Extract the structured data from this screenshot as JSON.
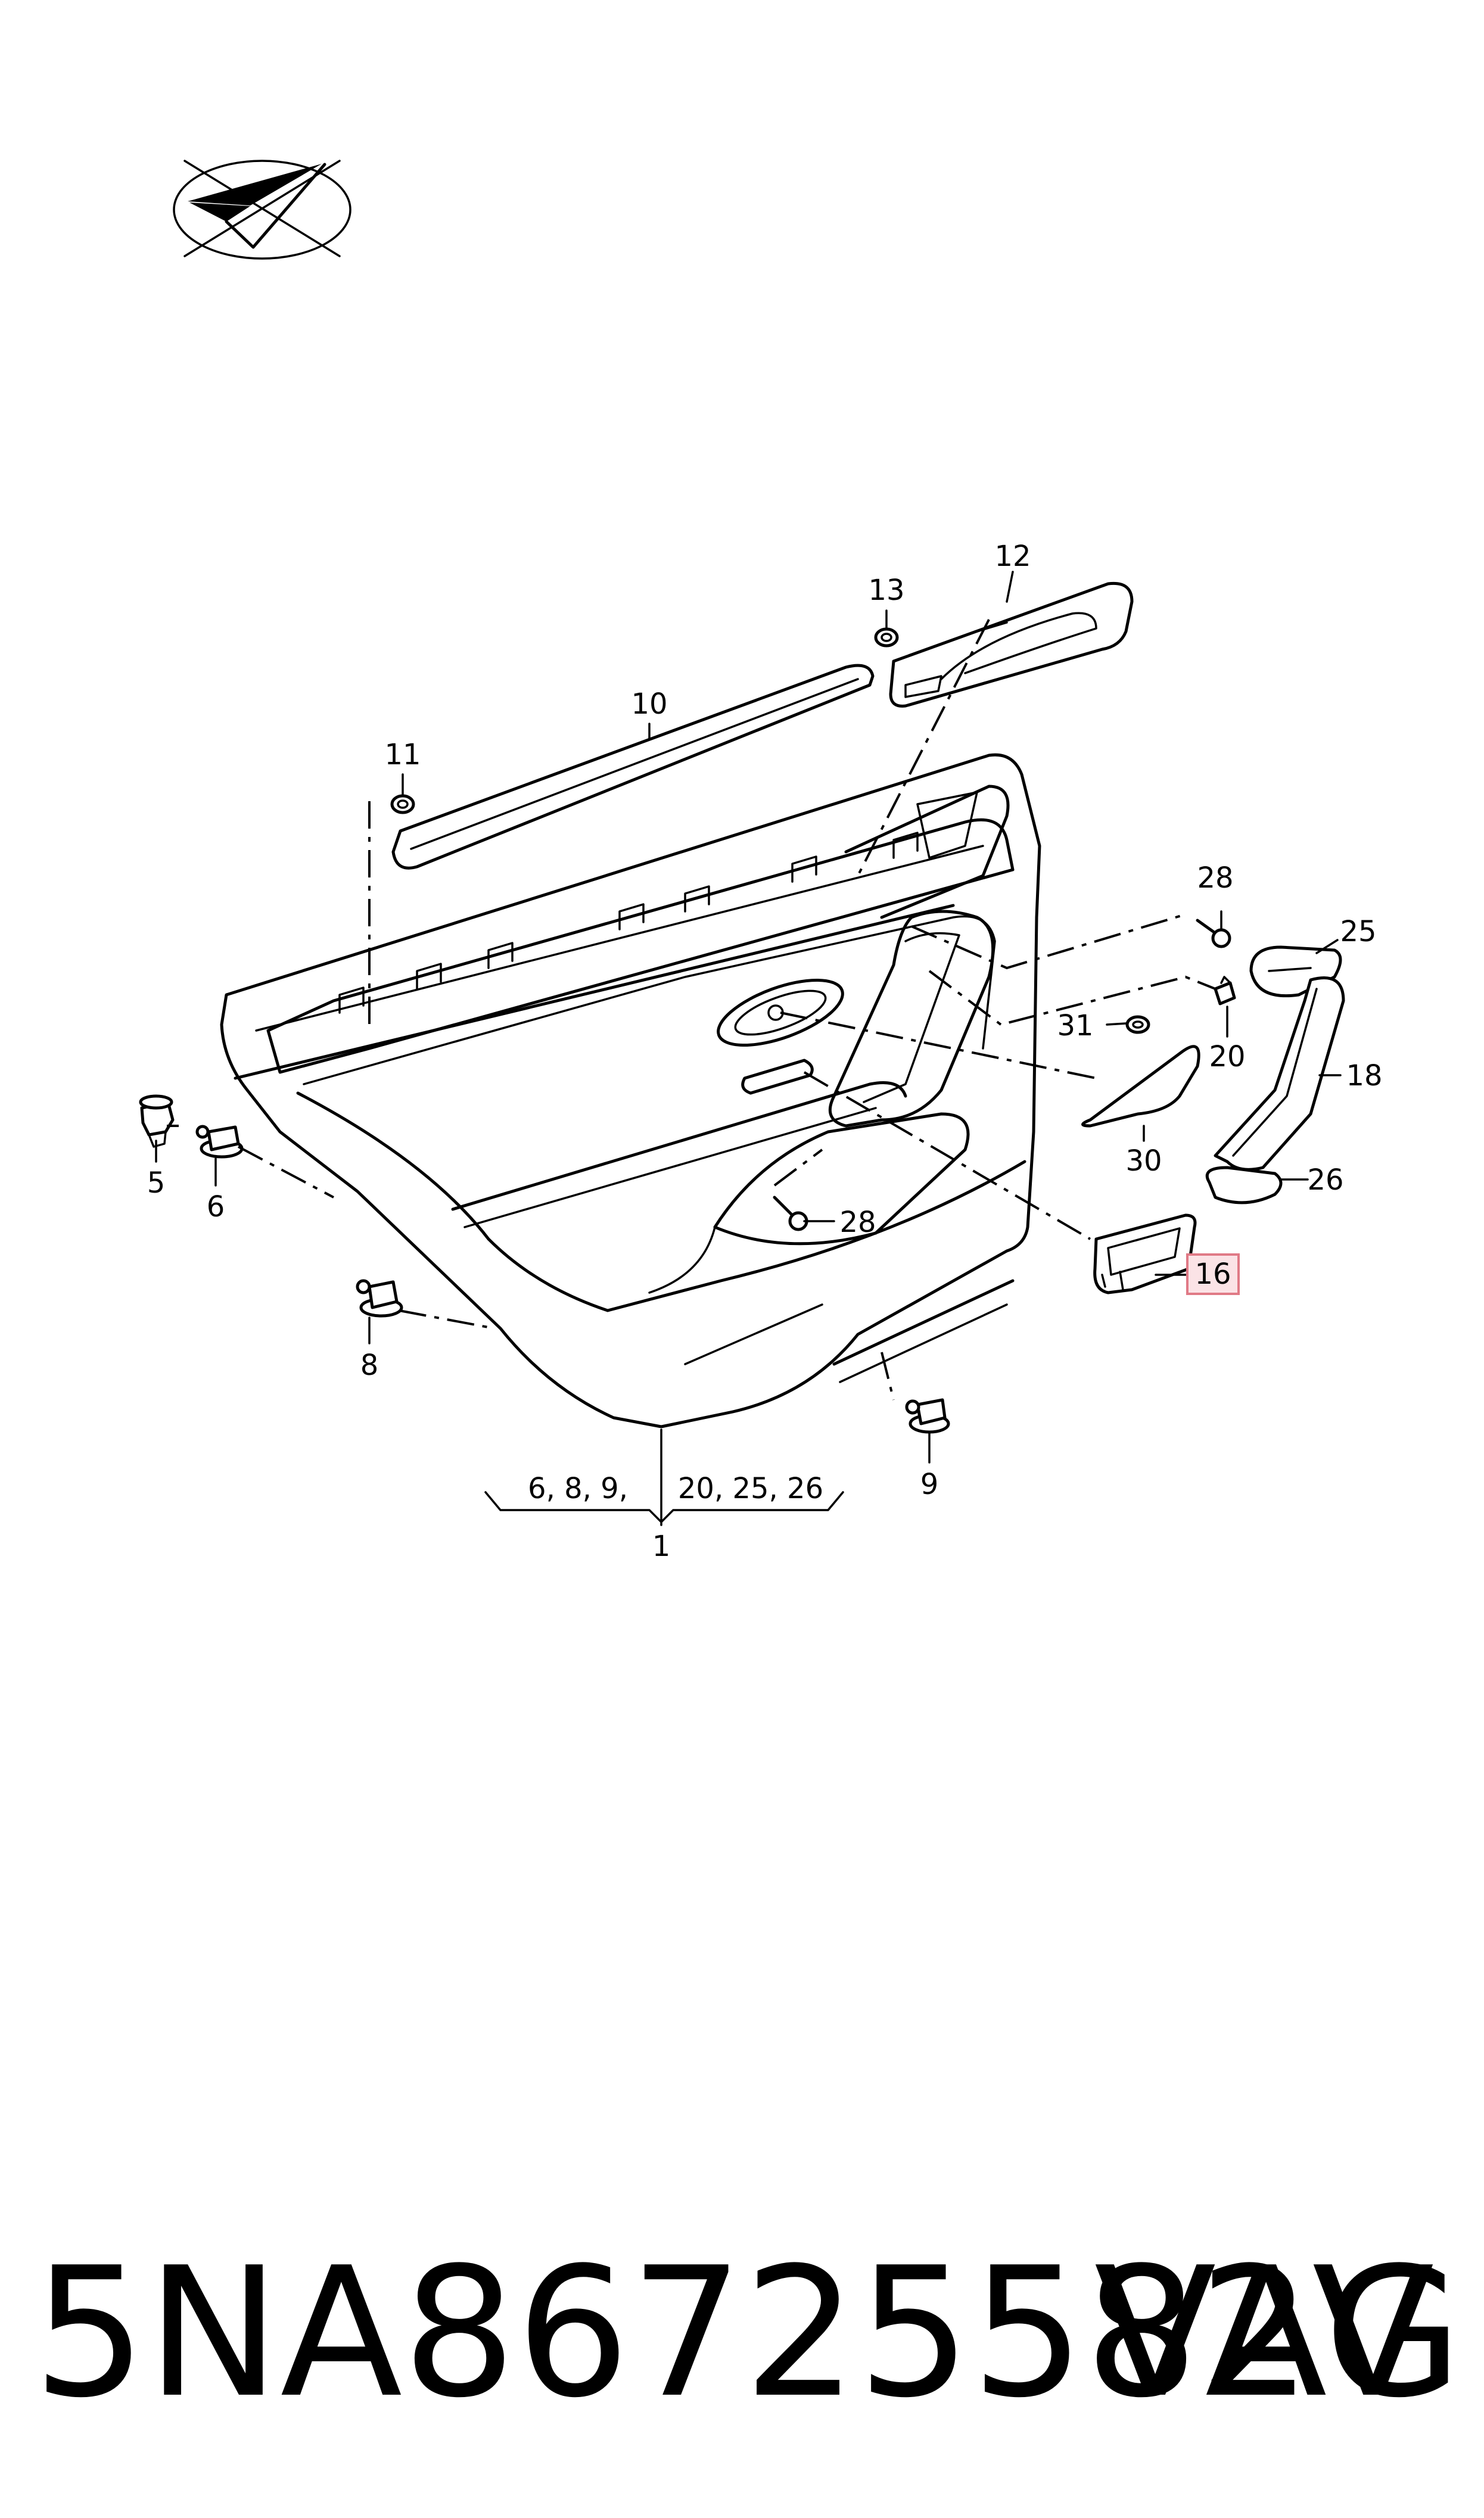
{
  "callouts": {
    "c1": "1",
    "c5": "5",
    "c6": "6",
    "c8": "8",
    "c9": "9",
    "c10": "10",
    "c11": "11",
    "c12": "12",
    "c13": "13",
    "c16": "16",
    "c18": "18",
    "c20": "20",
    "c25": "25",
    "c26": "26",
    "c28a": "28",
    "c28b": "28",
    "c30": "30",
    "c31": "31"
  },
  "group_left": "6, 8, 9,",
  "group_right": "20, 25, 26",
  "highlighted_part": "16",
  "colors": {
    "highlight_fill": "#fbe3e6",
    "highlight_border": "#e07a86"
  },
  "footer": {
    "part_number": "5NA86725582V",
    "brand": "VAG"
  }
}
